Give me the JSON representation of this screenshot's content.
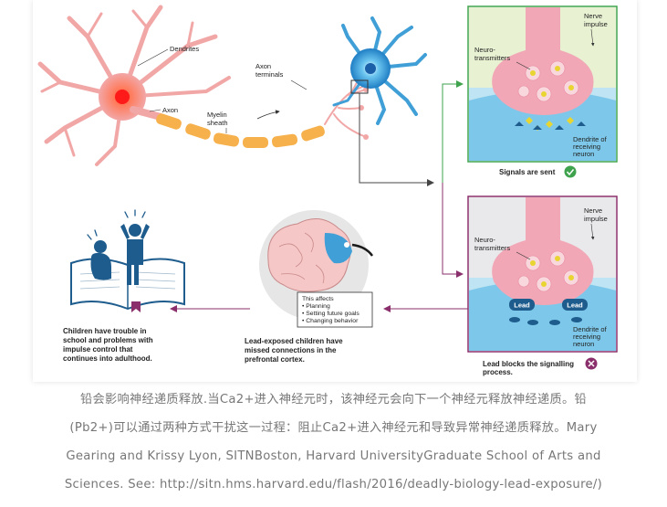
{
  "labels": {
    "dendrites": "Dendrites",
    "axon": "Axon",
    "myelin_1": "Myelin",
    "myelin_2": "sheath",
    "terminals_1": "Axon",
    "terminals_2": "terminals"
  },
  "panel_top": {
    "nerve_1": "Nerve",
    "nerve_2": "impulse",
    "neuro_1": "Neuro-",
    "neuro_2": "transmitters",
    "dendrite_1": "Dendrite of",
    "dendrite_2": "receiving",
    "dendrite_3": "neuron",
    "status": "Signals are sent"
  },
  "panel_bottom": {
    "nerve_1": "Nerve",
    "nerve_2": "impulse",
    "neuro_1": "Neuro-",
    "neuro_2": "transmitters",
    "lead_1": "Lead",
    "lead_2": "Lead",
    "dendrite_1": "Dendrite of",
    "dendrite_2": "receiving",
    "dendrite_3": "neuron",
    "status_1": "Lead blocks the signalling",
    "status_2": "process."
  },
  "brain": {
    "affects_title": "This affects",
    "affects": [
      "• Planning",
      "• Setting future goals",
      "• Changing behavior"
    ],
    "caption": [
      "Lead-exposed children have",
      "missed connections in the",
      "prefrontal cortex."
    ]
  },
  "children": {
    "caption": [
      "Children have trouble in",
      "school and problems with",
      "impulse control that",
      "continues into adulthood."
    ]
  },
  "caption_lines": [
    "铅会影响神经递质释放.当Ca2+进入神经元时，该神经元会向下一个神经元释放神经递质。铅",
    "(Pb2+)可以通过两种方式干扰这一过程：阻止Ca2+进入神经元和导致异常神经递质释放。Mary",
    "Gearing and Krissy Lyon, SITNBoston, Harvard UniversityGraduate School of Arts and",
    "Sciences. See: http://sitn.hms.harvard.edu/flash/2016/deadly-biology-lead-exposure/)"
  ],
  "colors": {
    "neuron_pink": "#f2a7a7",
    "myelin_orange": "#f6b14d",
    "receiver_blue": "#3f9fd6",
    "panel_top_border": "#3fa34d",
    "panel_bottom_border": "#8a2f6b",
    "arrow_purple": "#8a2f6b",
    "check_green": "#3fa34d",
    "cross_purple": "#8a2f6b",
    "lead_blue": "#1d5c8d"
  }
}
